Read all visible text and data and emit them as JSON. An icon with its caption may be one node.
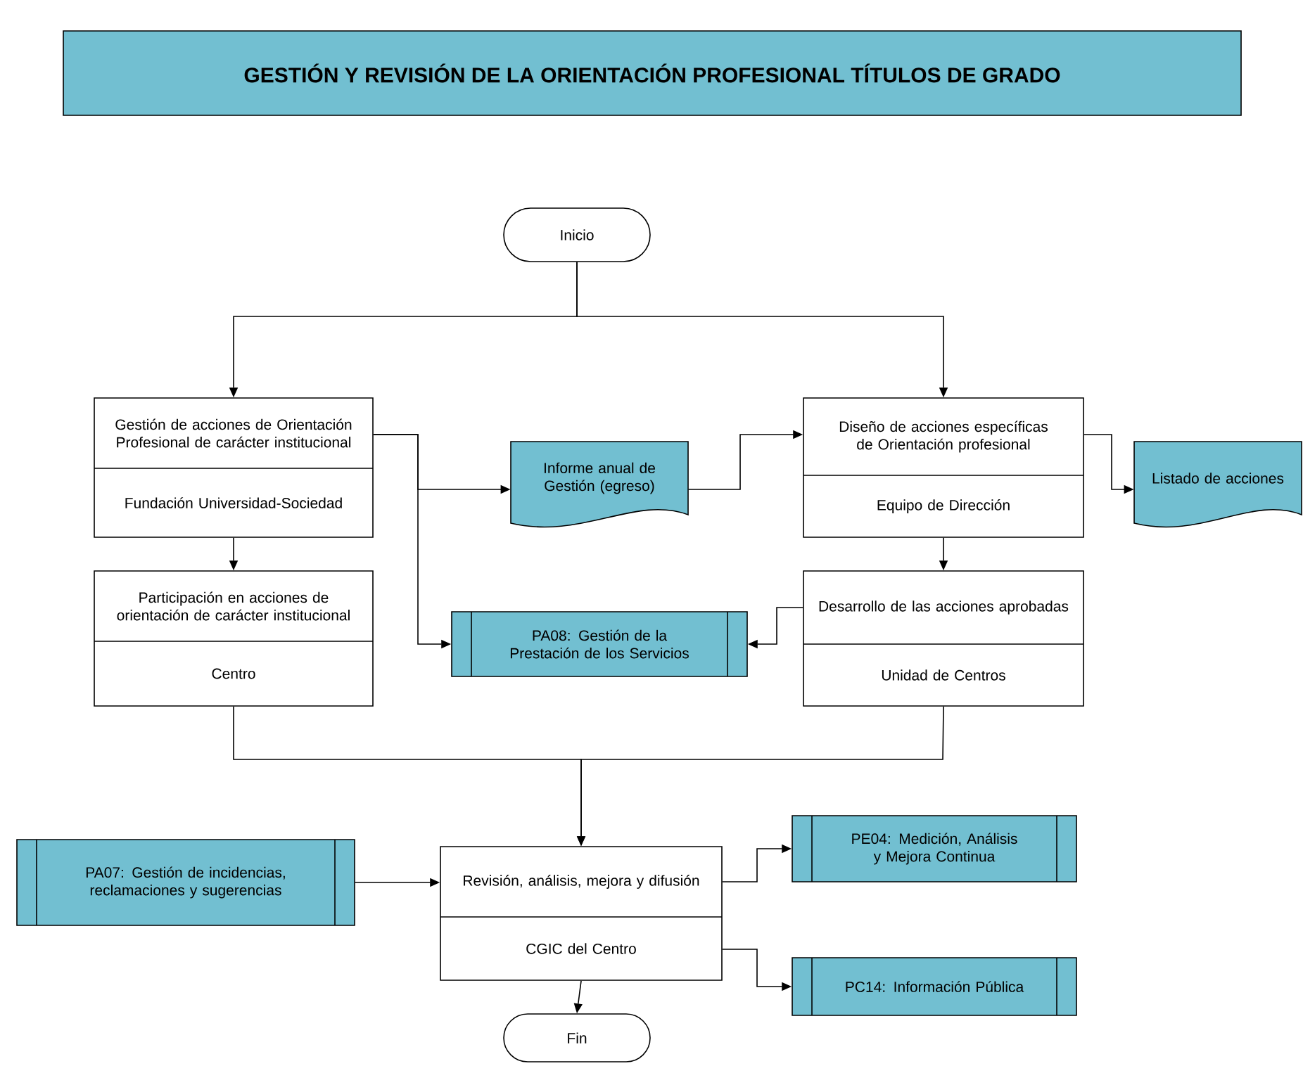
{
  "diagram": {
    "title": "GESTIÓN Y REVISIÓN DE LA ORIENTACIÓN PROFESIONAL TÍTULOS DE GRADO",
    "nodes": [
      {
        "text": [
          "Inicio"
        ]
      },
      {
        "text": [
          "Gestión de acciones de Orientación Profesional de carácter institucional",
          "Fundación Universidad-Sociedad"
        ]
      },
      {
        "text": [
          "Informe anual de Gestión (egreso)"
        ]
      },
      {
        "text": [
          "Diseño de acciones específicas de Orientación profesional",
          "Equipo de Dirección"
        ]
      },
      {
        "text": [
          "Listado de acciones"
        ]
      },
      {
        "text": [
          "Participación en acciones de orientación de carácter institucional",
          "Centro"
        ]
      },
      {
        "text": [
          "PA08: Gestión de la Prestación de los Servicios"
        ]
      },
      {
        "text": [
          "Desarrollo de las acciones aprobadas",
          "Unidad de Centros"
        ]
      },
      {
        "text": [
          "PA07: Gestión de incidencias, reclamaciones y sugerencias"
        ]
      },
      {
        "text": [
          "Revisión, análisis, mejora y difusión",
          "CGIC del Centro"
        ]
      },
      {
        "text": [
          "PE04: Medición, Análisis y Mejora Continua"
        ]
      },
      {
        "text": [
          "PC14: Información Pública"
        ]
      },
      {
        "text": [
          "Fin"
        ]
      }
    ],
    "edges": [
      {
        "from": 0,
        "to": 1,
        "arrow": "to"
      },
      {
        "from": 0,
        "to": 3,
        "arrow": "to"
      },
      {
        "from": 1,
        "to": 2,
        "arrow": "to"
      },
      {
        "from": 1,
        "to": 6,
        "arrow": "to"
      },
      {
        "from": 2,
        "to": 3,
        "arrow": "to"
      },
      {
        "from": 3,
        "to": 4,
        "arrow": "to"
      },
      {
        "from": 3,
        "to": 7,
        "arrow": "to"
      },
      {
        "from": 7,
        "to": 6,
        "arrow": "to"
      },
      {
        "from": 1,
        "to": 5,
        "arrow": "to"
      },
      {
        "from": 5,
        "to": 9,
        "arrow": "to"
      },
      {
        "from": 7,
        "to": 9,
        "arrow": "to"
      },
      {
        "from": 8,
        "to": 9,
        "arrow": "to"
      },
      {
        "from": 9,
        "to": 10,
        "arrow": "to"
      },
      {
        "from": 9,
        "to": 11,
        "arrow": "to"
      },
      {
        "from": 9,
        "to": 12,
        "arrow": "to"
      }
    ]
  }
}
